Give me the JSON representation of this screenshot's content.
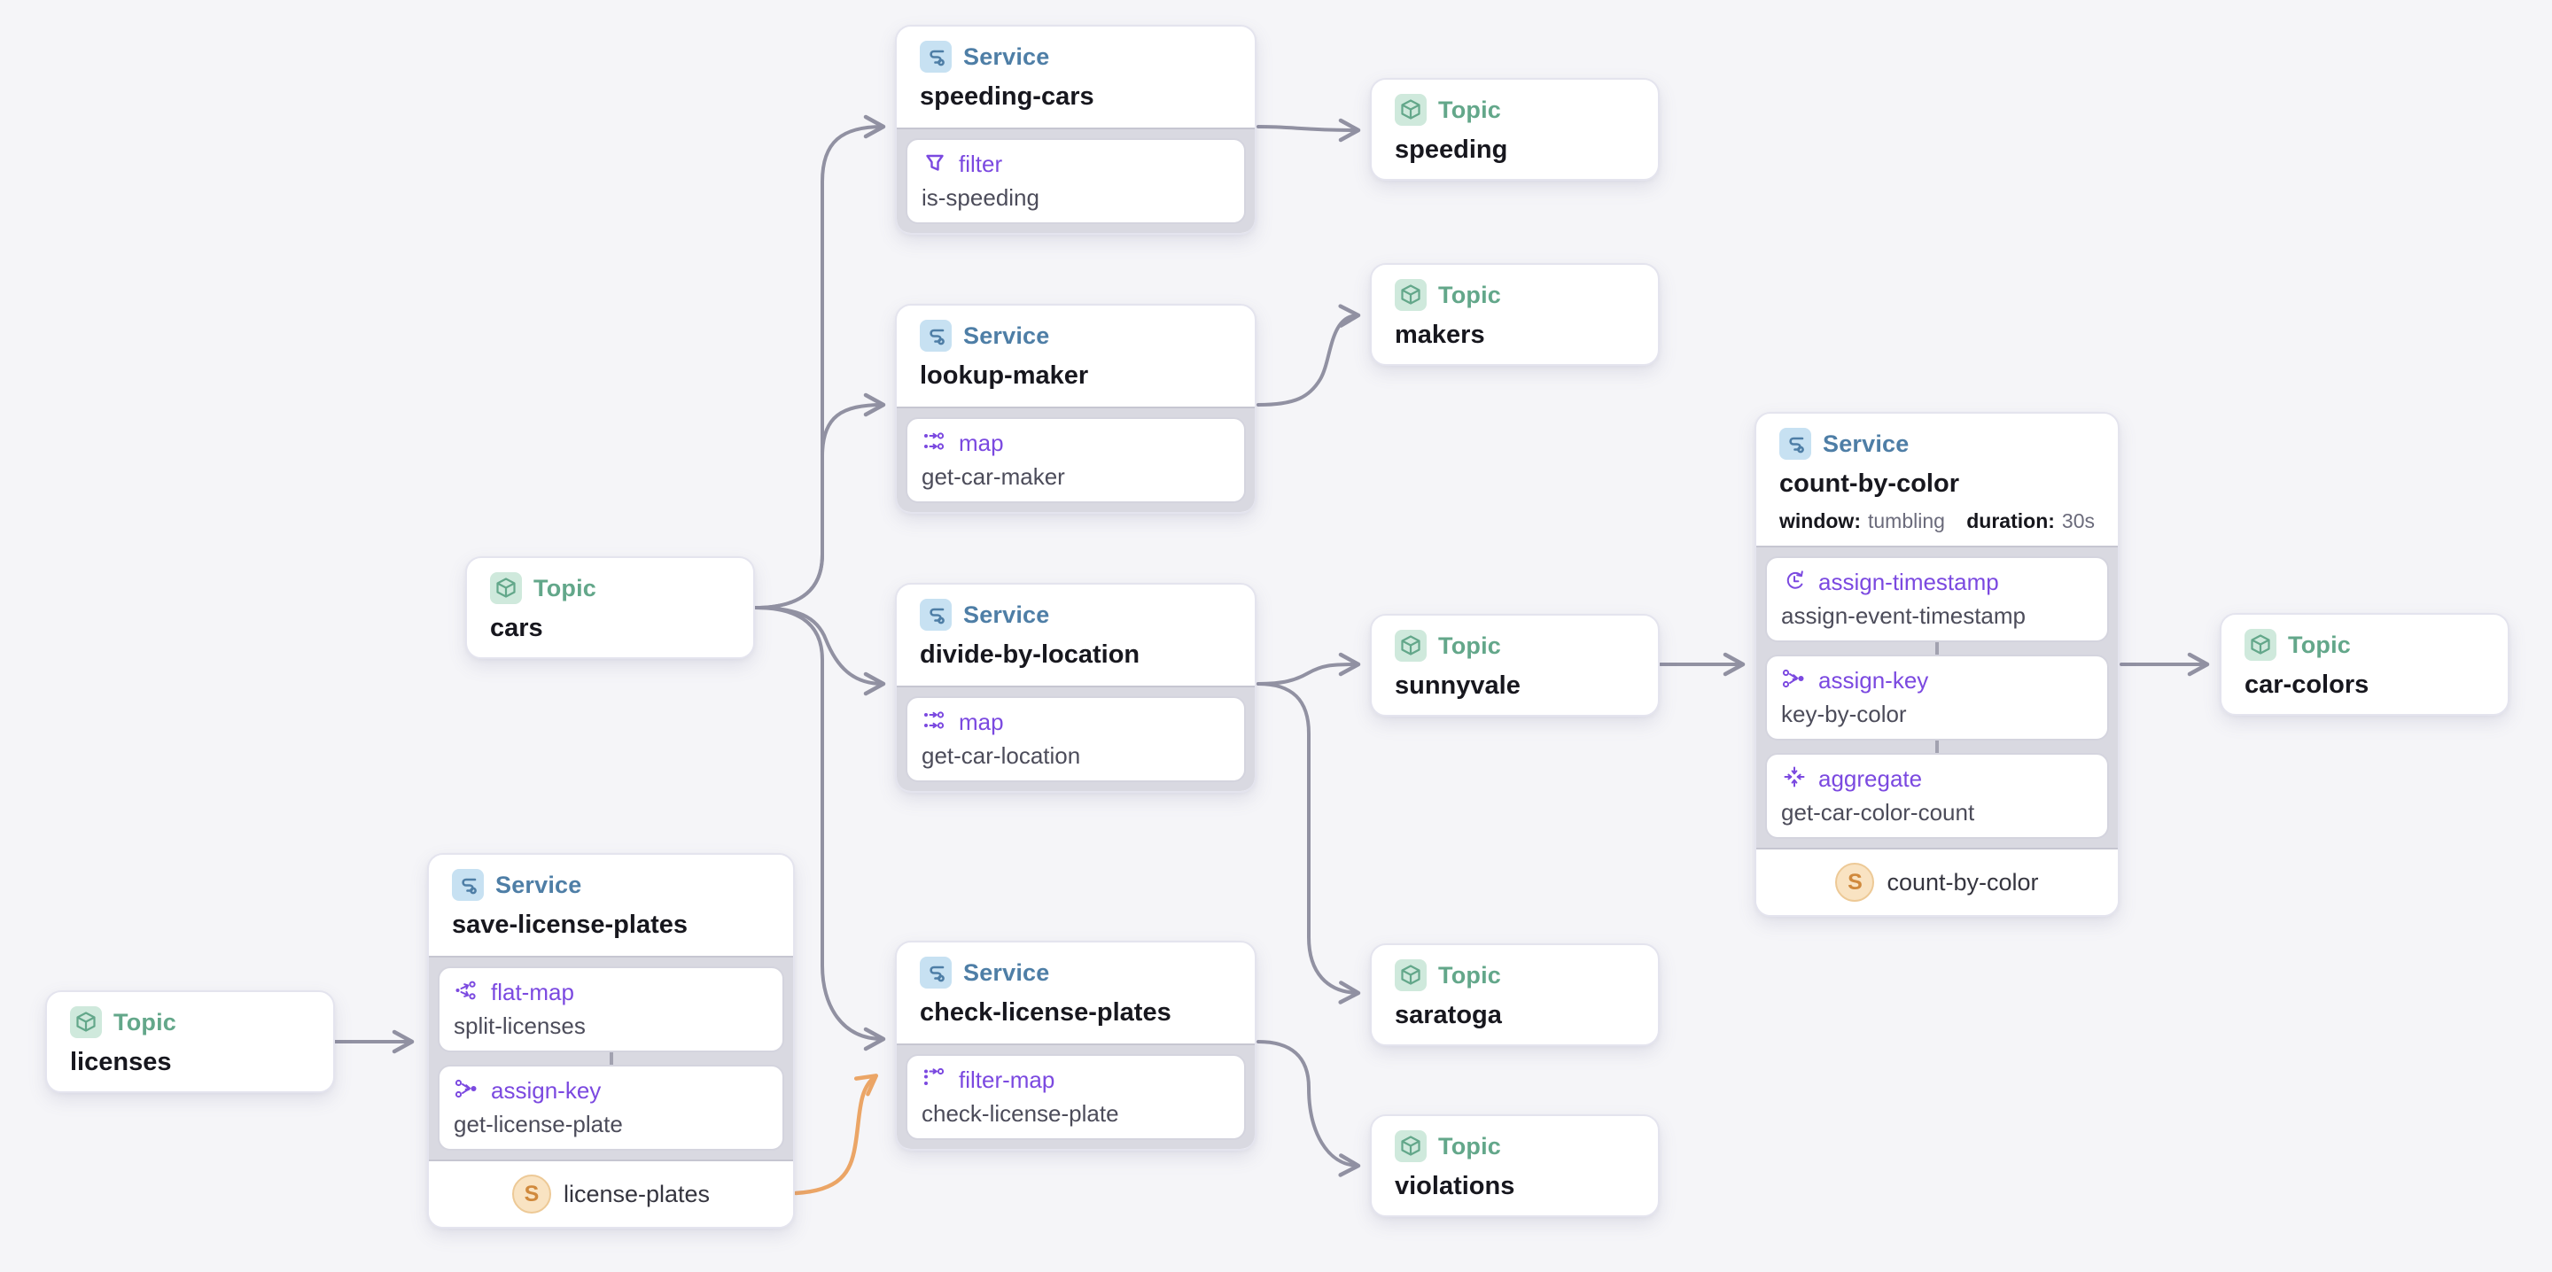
{
  "types": {
    "service": "Service",
    "topic": "Topic"
  },
  "state_badge_letter": "S",
  "colors": {
    "service_accent": "#4e7ea6",
    "service_icon_bg": "#c7e1f2",
    "topic_accent": "#63a78a",
    "topic_icon_bg": "#cfe9dc",
    "operation_accent": "#7b49e0",
    "state_accent": "#d0893c",
    "edge": "#9191a2",
    "edge_highlight": "#eba566",
    "ops_section_bg": "#d9d9e1",
    "card_bg": "#ffffff",
    "background": "#f5f5f8"
  },
  "nodes": {
    "licenses": {
      "type_label": "Topic",
      "name": "licenses"
    },
    "cars": {
      "type_label": "Topic",
      "name": "cars"
    },
    "speeding": {
      "type_label": "Topic",
      "name": "speeding"
    },
    "makers": {
      "type_label": "Topic",
      "name": "makers"
    },
    "sunnyvale": {
      "type_label": "Topic",
      "name": "sunnyvale"
    },
    "saratoga": {
      "type_label": "Topic",
      "name": "saratoga"
    },
    "violations": {
      "type_label": "Topic",
      "name": "violations"
    },
    "car_colors": {
      "type_label": "Topic",
      "name": "car-colors"
    },
    "speeding_cars": {
      "type_label": "Service",
      "name": "speeding-cars",
      "ops": [
        {
          "kind": "filter",
          "fn": "is-speeding"
        }
      ]
    },
    "lookup_maker": {
      "type_label": "Service",
      "name": "lookup-maker",
      "ops": [
        {
          "kind": "map",
          "fn": "get-car-maker"
        }
      ]
    },
    "divide_by_location": {
      "type_label": "Service",
      "name": "divide-by-location",
      "ops": [
        {
          "kind": "map",
          "fn": "get-car-location"
        }
      ]
    },
    "check_license_plates": {
      "type_label": "Service",
      "name": "check-license-plates",
      "ops": [
        {
          "kind": "filter-map",
          "fn": "check-license-plate"
        }
      ]
    },
    "save_license_plates": {
      "type_label": "Service",
      "name": "save-license-plates",
      "ops": [
        {
          "kind": "flat-map",
          "fn": "split-licenses"
        },
        {
          "kind": "assign-key",
          "fn": "get-license-plate"
        }
      ],
      "state": "license-plates"
    },
    "count_by_color": {
      "type_label": "Service",
      "name": "count-by-color",
      "meta": [
        {
          "key": "window:",
          "value": "tumbling"
        },
        {
          "key": "duration:",
          "value": "30s"
        }
      ],
      "ops": [
        {
          "kind": "assign-timestamp",
          "fn": "assign-event-timestamp"
        },
        {
          "kind": "assign-key",
          "fn": "key-by-color"
        },
        {
          "kind": "aggregate",
          "fn": "get-car-color-count"
        }
      ],
      "state": "count-by-color"
    }
  },
  "edges": [
    {
      "from": "licenses",
      "to": "save-license-plates"
    },
    {
      "from": "cars",
      "to": "speeding-cars"
    },
    {
      "from": "cars",
      "to": "lookup-maker"
    },
    {
      "from": "cars",
      "to": "divide-by-location"
    },
    {
      "from": "cars",
      "to": "check-license-plates"
    },
    {
      "from": "speeding-cars",
      "to": "speeding"
    },
    {
      "from": "lookup-maker",
      "to": "makers"
    },
    {
      "from": "divide-by-location",
      "to": "sunnyvale"
    },
    {
      "from": "divide-by-location",
      "to": "saratoga"
    },
    {
      "from": "check-license-plates",
      "to": "violations"
    },
    {
      "from": "sunnyvale",
      "to": "count-by-color"
    },
    {
      "from": "count-by-color",
      "to": "car-colors"
    },
    {
      "from": "license-plates (state)",
      "to": "check-license-plates",
      "highlight": true
    }
  ]
}
